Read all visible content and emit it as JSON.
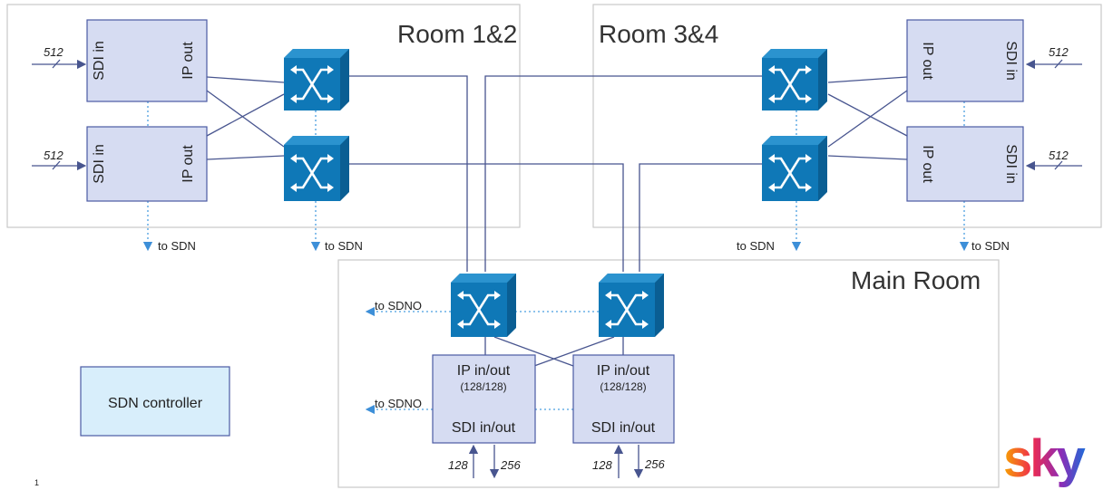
{
  "rooms": {
    "room12": {
      "title": "Room 1&2"
    },
    "room34": {
      "title": "Room 3&4"
    },
    "main": {
      "title": "Main Room"
    }
  },
  "edge_boxes": {
    "sdi_in": "SDI in",
    "ip_out": "IP out"
  },
  "inputs": {
    "count": "512"
  },
  "sdn_labels": {
    "to_sdn": "to SDN",
    "to_sdno": "to SDNO"
  },
  "main_boxes": {
    "ip_inout": "IP in/out",
    "ratio": "(128/128)",
    "sdi_inout": "SDI in/out"
  },
  "io_counts": {
    "in": "128",
    "out": "256"
  },
  "controller": {
    "label": "SDN controller"
  },
  "page_number": "1",
  "brand": {
    "name": "sky"
  },
  "colors": {
    "box_fill": "#d6dcf2",
    "box_stroke": "#4b5aa3",
    "switch_face": "#0f78b7",
    "switch_side": "#0a5e93",
    "line": "#48558f",
    "dotted": "#4a9fe0",
    "controller_fill": "#d8eefb"
  }
}
